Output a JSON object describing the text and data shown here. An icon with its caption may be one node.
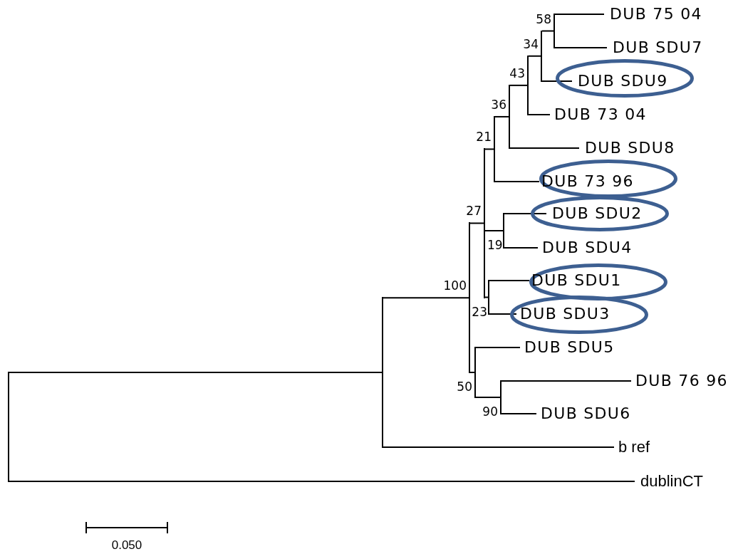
{
  "diagram": {
    "nodes": [
      {
        "text": [
          "58"
        ]
      },
      {
        "text": [
          "DUB 75 04"
        ]
      },
      {
        "text": [
          "DUB SDU7"
        ]
      },
      {
        "text": [
          "34"
        ]
      },
      {
        "text": [],
        "shape": "ellipse"
      },
      {
        "text": [
          "DUB SDU9"
        ],
        "in": 4
      },
      {
        "text": [
          "43"
        ]
      },
      {
        "text": [
          "DUB 73 04"
        ]
      },
      {
        "text": [
          "36"
        ]
      },
      {
        "text": [
          "DUB SDU8"
        ]
      },
      {
        "text": [
          "21"
        ]
      },
      {
        "text": [],
        "shape": "ellipse"
      },
      {
        "text": [
          "DUB 73 96"
        ],
        "in": 11
      },
      {
        "text": [
          "27"
        ]
      },
      {
        "text": [],
        "shape": "ellipse"
      },
      {
        "text": [
          "DUB SDU2"
        ],
        "in": 14
      },
      {
        "text": [
          "19"
        ]
      },
      {
        "text": [
          "DUB SDU4"
        ]
      },
      {
        "text": [],
        "shape": "ellipse"
      },
      {
        "text": [
          "DUB SDU1"
        ],
        "in": 18
      },
      {
        "text": [
          "100"
        ]
      },
      {
        "text": [
          "23"
        ]
      },
      {
        "text": [],
        "shape": "ellipse"
      },
      {
        "text": [
          "DUB SDU3"
        ],
        "in": 22
      },
      {
        "text": [
          "DUB SDU5"
        ]
      },
      {
        "text": [
          "50"
        ]
      },
      {
        "text": [
          "DUB 76 96"
        ]
      },
      {
        "text": [
          "90"
        ]
      },
      {
        "text": [
          "DUB SDU6"
        ]
      },
      {
        "text": [],
        "shape": "bar"
      },
      {
        "text": [],
        "shape": "bar"
      },
      {
        "text": [
          "b ref"
        ]
      },
      {
        "text": [
          "dublinCT"
        ]
      }
    ],
    "edges": [
      {
        "from": 0,
        "to": 1,
        "arrow": "none"
      },
      {
        "from": 0,
        "to": 2,
        "arrow": "none"
      },
      {
        "from": 3,
        "to": 0,
        "arrow": "none"
      },
      {
        "from": 3,
        "to": 5,
        "arrow": "none"
      },
      {
        "from": 6,
        "to": 3,
        "arrow": "none"
      },
      {
        "from": 6,
        "to": 7,
        "arrow": "none"
      },
      {
        "from": 8,
        "to": 6,
        "arrow": "none"
      },
      {
        "from": 8,
        "to": 9,
        "arrow": "none"
      },
      {
        "from": 10,
        "to": 8,
        "arrow": "none"
      },
      {
        "from": 10,
        "to": 12,
        "arrow": "none"
      },
      {
        "from": 16,
        "to": 15,
        "arrow": "none"
      },
      {
        "from": 16,
        "to": 17,
        "arrow": "none"
      },
      {
        "from": 21,
        "to": 19,
        "arrow": "none"
      },
      {
        "from": 21,
        "to": 23,
        "arrow": "none"
      },
      {
        "from": 13,
        "to": 10,
        "arrow": "none"
      },
      {
        "from": 13,
        "to": 16,
        "arrow": "none"
      },
      {
        "from": 13,
        "to": 21,
        "arrow": "none"
      },
      {
        "from": 27,
        "to": 26,
        "arrow": "none"
      },
      {
        "from": 27,
        "to": 28,
        "arrow": "none"
      },
      {
        "from": 25,
        "to": 24,
        "arrow": "none"
      },
      {
        "from": 25,
        "to": 27,
        "arrow": "none"
      },
      {
        "from": 20,
        "to": 13,
        "arrow": "none"
      },
      {
        "from": 20,
        "to": 25,
        "arrow": "none"
      },
      {
        "from": 30,
        "to": 20,
        "arrow": "none"
      },
      {
        "from": 30,
        "to": 31,
        "arrow": "none"
      },
      {
        "from": 29,
        "to": 30,
        "arrow": "none"
      },
      {
        "from": 29,
        "to": 32,
        "arrow": "none"
      }
    ],
    "labels": [
      "0.050"
    ]
  }
}
